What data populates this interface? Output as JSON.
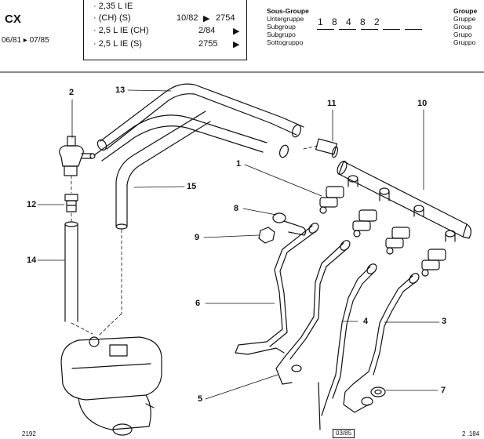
{
  "header": {
    "model": "CX",
    "date_range": "06/81 ▸ 07/85",
    "variants": [
      {
        "desc": "· 2,35 L IE",
        "ref": "",
        "arrow": "",
        "end": ""
      },
      {
        "desc": "· (CH) (S)",
        "ref": "10/82",
        "arrow": "▶",
        "end": "2754"
      },
      {
        "desc": "· 2,5 L IE (CH)",
        "ref": "2/84",
        "arrow": "▶",
        "end": ""
      },
      {
        "desc": "· 2,5 L IE (S)",
        "ref": "2755",
        "arrow": "▶",
        "end": ""
      }
    ],
    "subgroup_labels": [
      "Sous-Groupe",
      "Untergruppe",
      "Subgroup",
      "Subgrupo",
      "Sottogruppo"
    ],
    "subgroup_code": "1 8 4  8 2",
    "group_labels": [
      "Groupe",
      "Gruppe",
      "Group",
      "Grupo",
      "Gruppo"
    ]
  },
  "callouts": [
    "1",
    "2",
    "3",
    "4",
    "5",
    "6",
    "7",
    "8",
    "9",
    "10",
    "11",
    "12",
    "13",
    "14",
    "15"
  ],
  "footer": {
    "left": "2192",
    "center": "03/85",
    "right": "2 .184"
  }
}
